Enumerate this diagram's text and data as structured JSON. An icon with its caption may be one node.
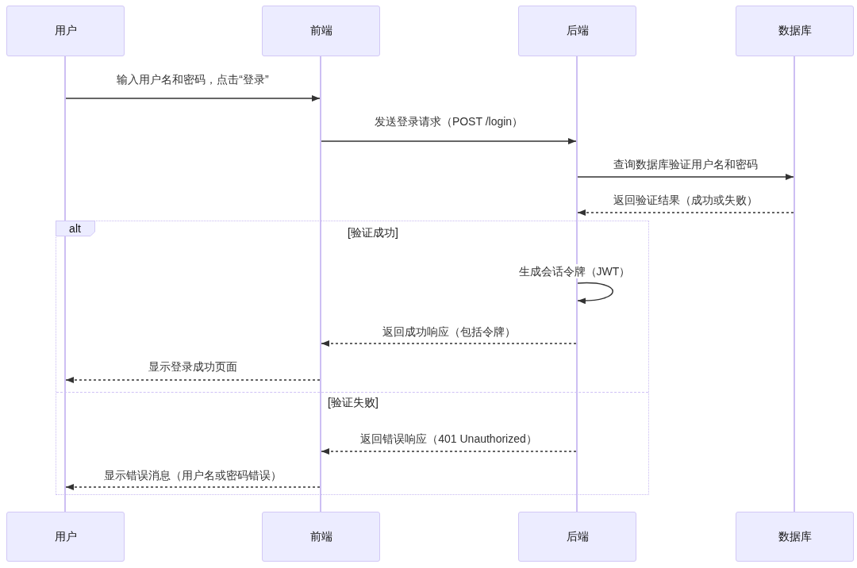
{
  "diagram": {
    "nodes": [
      {
        "text": [
          "用户"
        ]
      },
      {
        "text": [
          "前端"
        ]
      },
      {
        "text": [
          "后端"
        ]
      },
      {
        "text": [
          "数据库"
        ]
      },
      {
        "text": [],
        "shape": "line"
      },
      {
        "text": [],
        "shape": "line"
      },
      {
        "text": [],
        "shape": "line"
      },
      {
        "text": [],
        "shape": "line"
      },
      {
        "text": [
          "用户"
        ]
      },
      {
        "text": [
          "前端"
        ]
      },
      {
        "text": [
          "后端"
        ]
      },
      {
        "text": [
          "数据库"
        ]
      }
    ],
    "edges": [
      {
        "from": 4,
        "to": 5,
        "arrow": "to",
        "label": "输入用户名和密码，点击“登录”"
      },
      {
        "from": 5,
        "to": 6,
        "arrow": "to",
        "label": "发送登录请求（POST /login）"
      },
      {
        "from": 6,
        "to": 7,
        "arrow": "to",
        "label": "查询数据库验证用户名和密码"
      },
      {
        "from": 7,
        "to": 6,
        "arrow": "to",
        "label": "返回验证结果（成功或失败）",
        "style": "dashed"
      },
      {
        "from": 6,
        "to": 6,
        "arrow": "to",
        "label": "生成会话令牌（JWT）"
      },
      {
        "from": 6,
        "to": 5,
        "arrow": "to",
        "label": "返回成功响应（包括令牌）",
        "style": "dashed"
      },
      {
        "from": 5,
        "to": 4,
        "arrow": "to",
        "label": "显示登录成功页面",
        "style": "dashed"
      },
      {
        "from": 6,
        "to": 5,
        "arrow": "to",
        "label": "返回错误响应（401 Unauthorized）",
        "style": "dashed"
      },
      {
        "from": 5,
        "to": 4,
        "arrow": "to",
        "label": "显示错误消息（用户名或密码错误）",
        "style": "dashed"
      }
    ],
    "labels": [
      "alt",
      "[验证成功]",
      "[验证失败]"
    ]
  }
}
